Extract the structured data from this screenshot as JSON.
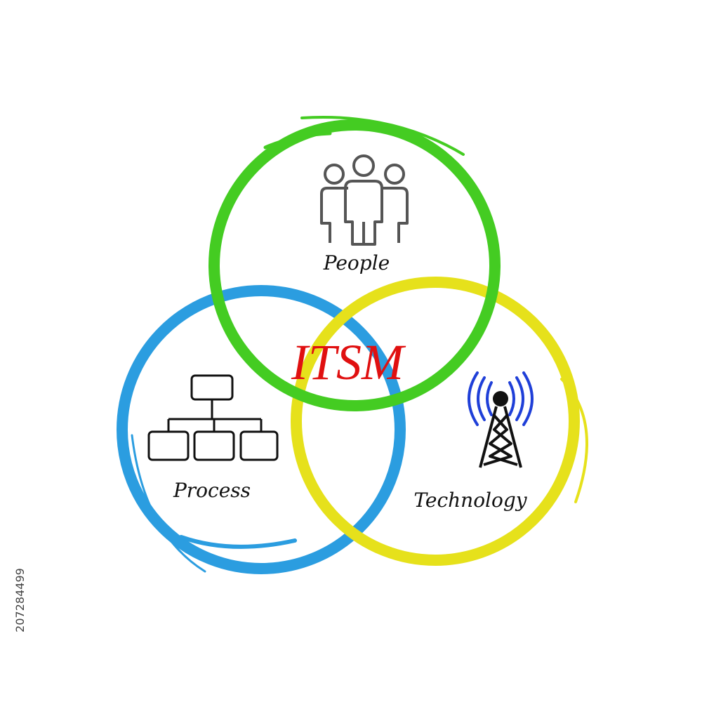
{
  "diagram": {
    "center_label": "ITSM",
    "people_label": "People",
    "process_label": "Process",
    "technology_label": "Technology",
    "watermark_id": "207284499"
  },
  "colors": {
    "people_ring": "#44cc22",
    "process_ring": "#2b9de0",
    "technology_ring": "#e6e11b",
    "center_text": "#e01010",
    "icon_stroke": "#555555",
    "signal_waves": "#1f3fd8"
  },
  "icons": {
    "people": "people-group-icon",
    "process": "org-chart-icon",
    "technology": "radio-tower-icon"
  }
}
